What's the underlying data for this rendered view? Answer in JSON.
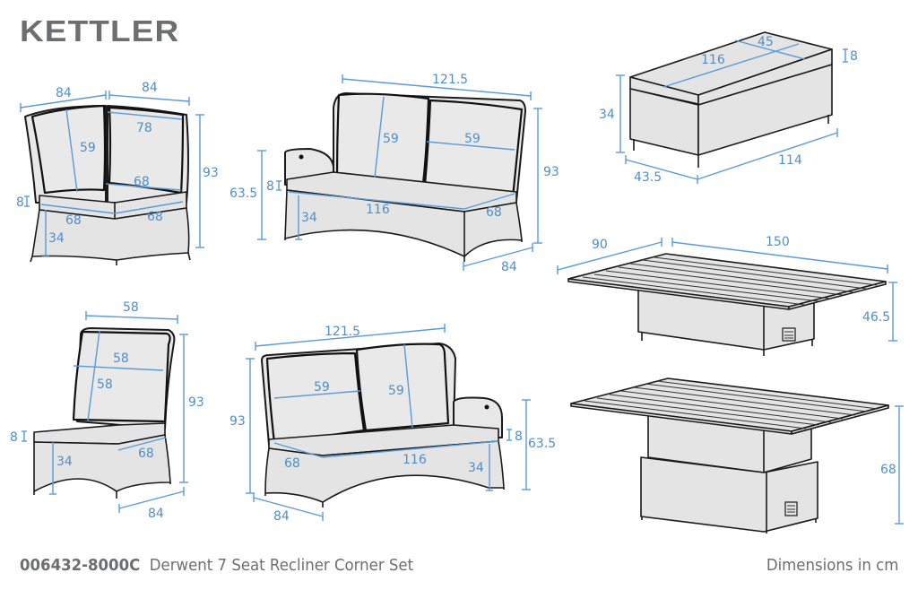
{
  "brand": {
    "logo_text": "KETTLER",
    "logo_color": "#6d6e70"
  },
  "footer": {
    "product_code": "006432-8000C",
    "product_name": "Derwent 7 Seat Recliner Corner Set",
    "units_note": "Dimensions in cm"
  },
  "colors": {
    "dimension_lines": "#5b9bd5",
    "outline": "#1a1a1a",
    "fill": "#e8e8e8"
  },
  "pieces": {
    "corner_chair": {
      "width_left": "84",
      "width_right": "84",
      "back_width": "78",
      "back_height": "59",
      "seat_depth_back": "68",
      "seat_front_left": "68",
      "seat_front_right": "68",
      "cushion_thickness": "8",
      "seat_height": "34",
      "total_height": "93"
    },
    "sofa_left_arm": {
      "width": "121.5",
      "back_height": "59",
      "back_width": "59",
      "arm_height": "63.5",
      "cushion_thickness": "8",
      "seat_height": "34",
      "seat_width": "116",
      "seat_depth": "68",
      "depth": "84",
      "total_height": "93"
    },
    "ottoman": {
      "top_length": "116",
      "top_depth": "45",
      "cushion_thickness": "8",
      "height": "34",
      "depth": "43.5",
      "length": "114"
    },
    "middle_chair": {
      "width": "58",
      "back_width": "58",
      "back_height": "58",
      "cushion_thickness": "8",
      "seat_height": "34",
      "seat_depth": "68",
      "depth": "84",
      "total_height": "93"
    },
    "sofa_right_arm": {
      "width": "121.5",
      "back_width": "59",
      "back_height": "59",
      "total_height": "93",
      "cushion_thickness": "8",
      "arm_height": "63.5",
      "seat_depth": "68",
      "seat_width": "116",
      "seat_height": "34",
      "depth": "84"
    },
    "table_low": {
      "depth": "90",
      "length": "150",
      "height": "46.5"
    },
    "table_high": {
      "height": "68"
    }
  }
}
